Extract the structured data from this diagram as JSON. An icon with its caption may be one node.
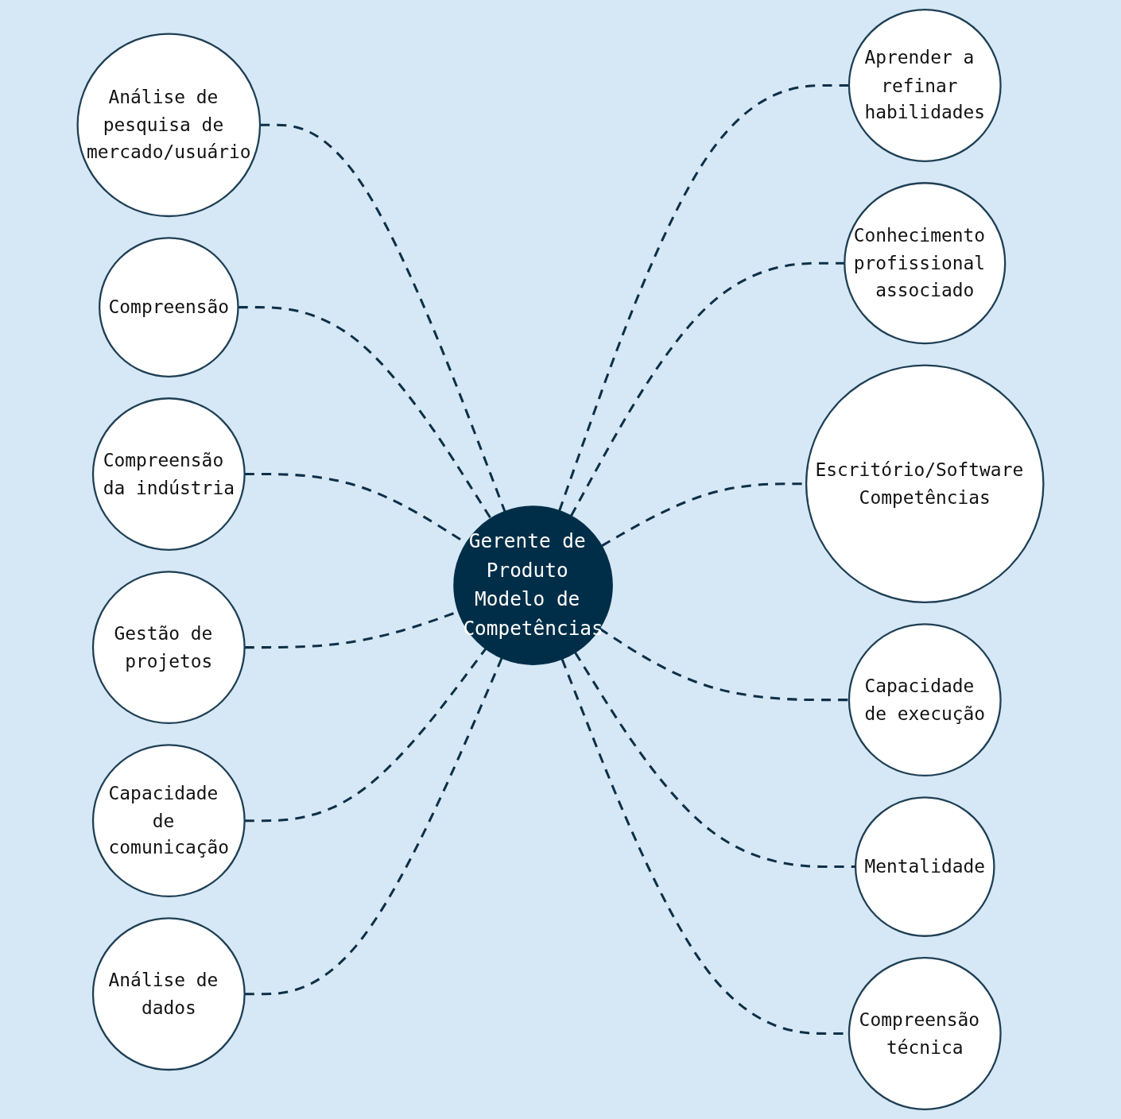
{
  "diagram": {
    "nodes": [
      {
        "text": [
          "Gerente de Produto Modelo de Competências"
        ]
      },
      {
        "text": [
          "Aprender a refinar habilidades"
        ]
      },
      {
        "text": [
          "Conhecimento profissional associado"
        ]
      },
      {
        "text": [
          "Escritório/Software Competências"
        ]
      },
      {
        "text": [
          "Capacidade de execução"
        ]
      },
      {
        "text": [
          "Mentalidade"
        ]
      },
      {
        "text": [
          "Compreensão técnica"
        ]
      },
      {
        "text": [
          "Análise de pesquisa de mercado/usuário"
        ]
      },
      {
        "text": [
          "Compreensão"
        ]
      },
      {
        "text": [
          "Compreensão da indústria"
        ]
      },
      {
        "text": [
          "Gestão de projetos"
        ]
      },
      {
        "text": [
          "Capacidade de comunicação"
        ]
      },
      {
        "text": [
          "Análise de dados"
        ]
      }
    ],
    "edges": [
      {
        "from": 0,
        "to": 1,
        "arrow": "none",
        "style": "dashed"
      },
      {
        "from": 0,
        "to": 2,
        "arrow": "none",
        "style": "dashed"
      },
      {
        "from": 0,
        "to": 3,
        "arrow": "none",
        "style": "dashed"
      },
      {
        "from": 0,
        "to": 4,
        "arrow": "none",
        "style": "dashed"
      },
      {
        "from": 0,
        "to": 5,
        "arrow": "none",
        "style": "dashed"
      },
      {
        "from": 0,
        "to": 6,
        "arrow": "none",
        "style": "dashed"
      },
      {
        "from": 0,
        "to": 7,
        "arrow": "none",
        "style": "dashed"
      },
      {
        "from": 0,
        "to": 8,
        "arrow": "none",
        "style": "dashed"
      },
      {
        "from": 0,
        "to": 9,
        "arrow": "none",
        "style": "dashed"
      },
      {
        "from": 0,
        "to": 10,
        "arrow": "none",
        "style": "dashed"
      },
      {
        "from": 0,
        "to": 11,
        "arrow": "none",
        "style": "dashed"
      },
      {
        "from": 0,
        "to": 12,
        "arrow": "none",
        "style": "dashed"
      }
    ]
  }
}
